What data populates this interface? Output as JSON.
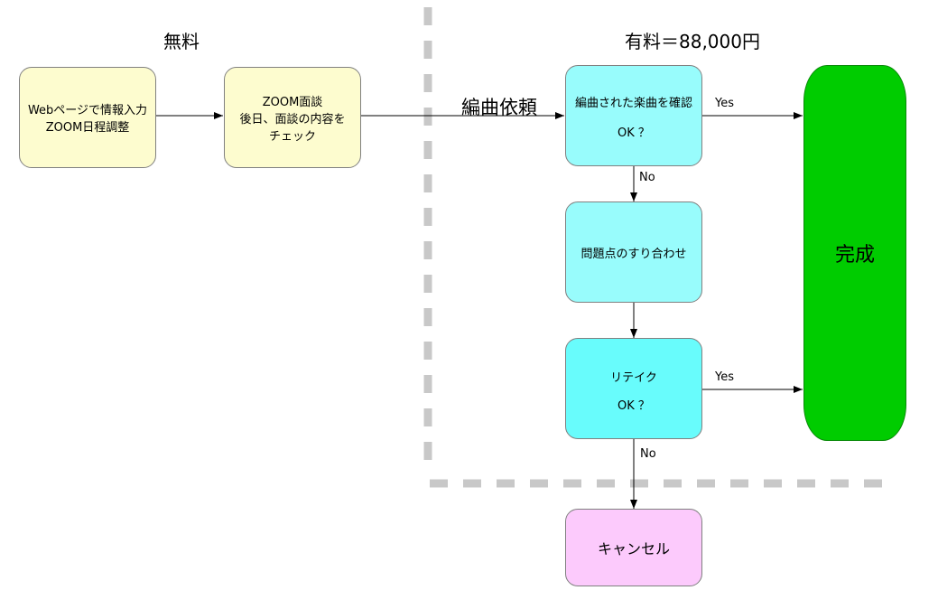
{
  "sections": {
    "free": "無料",
    "paid": "有料＝88,000円"
  },
  "nodes": {
    "web": {
      "line1": "Webページで情報入力",
      "line2": "ZOOM日程調整"
    },
    "zoom": {
      "line1": "ZOOM面談",
      "line2": "後日、面談の内容を",
      "line3": "チェック"
    },
    "confirm": {
      "line1": "編曲された楽曲を確認",
      "line2": "OK ？"
    },
    "issue": {
      "line1": "問題点のすり合わせ"
    },
    "retake": {
      "line1": "リテイク",
      "line2": "OK ？"
    },
    "complete": {
      "line1": "完成"
    },
    "cancel": {
      "line1": "キャンセル"
    }
  },
  "edges": {
    "request": "編曲依頼",
    "yes1": "Yes",
    "no1": "No",
    "yes2": "Yes",
    "no2": "No"
  },
  "colors": {
    "free_box": "#fdfccf",
    "confirm_box": "#98fcfc",
    "retake_box": "#68fcfc",
    "complete_box": "#00cc00",
    "cancel_box": "#fccafc",
    "divider": "#c8c8c8"
  }
}
